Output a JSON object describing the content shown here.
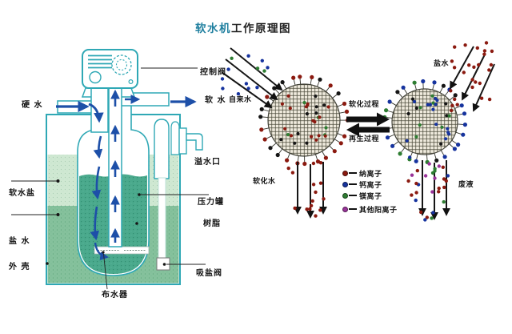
{
  "title": {
    "highlight": "软水机",
    "rest": "工作原理图"
  },
  "left_diagram": {
    "labels": {
      "control_valve": "控制阀",
      "hard_water": "硬 水",
      "soft_water": "软 水",
      "overflow_port": "溢水口",
      "softener_salt": "软水盐",
      "pressure_tank": "压力罐",
      "resin": "树脂",
      "brine": "盐 水",
      "shell": "外 壳",
      "salt_suction_valve": "吸盐阀",
      "water_distributor": "布水器"
    }
  },
  "right_diagram": {
    "labels": {
      "tap_water": "自来水",
      "brine": "盐水",
      "softening_process": "软化过程",
      "regeneration_process": "再生过程",
      "softened_water": "软化水",
      "waste_liquid": "废液"
    },
    "legend": [
      {
        "label": "纳离子",
        "color": "#8b1a10"
      },
      {
        "label": "钙离子",
        "color": "#16339e"
      },
      {
        "label": "镁离子",
        "color": "#2e7d32"
      },
      {
        "label": "其他阳离子",
        "color": "#993399"
      }
    ]
  },
  "colors": {
    "outline_teal": "#2fa8b5",
    "title_teal": "#1f7f9f",
    "arrow_blue": "#1d4fa8",
    "light_green": "#cfe8d2",
    "mid_green": "#85c19c",
    "resin_green": "#4aa98c",
    "sodium": "#8b1a10",
    "calcium": "#16339e",
    "magnesium": "#2e7d32",
    "other_cation": "#993399",
    "black": "#151515"
  }
}
